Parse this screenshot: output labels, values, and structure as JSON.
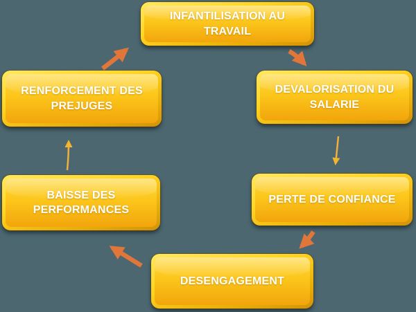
{
  "diagram": {
    "type": "cycle",
    "background_color": "#4C6770",
    "node_fill_color": "#FBC017",
    "node_frame_color": "#E7AC07",
    "node_text_color": "#FFFFFF",
    "arrow_color": "#E0763A",
    "connector_color": "#EEB13C",
    "nodes": [
      {
        "id": "infantilisation-au-travail",
        "label": "INFANTILISATION AU TRAVAIL"
      },
      {
        "id": "devalorisation-du-salarie",
        "label": "DEVALORISATION DU SALARIE"
      },
      {
        "id": "perte-de-confiance",
        "label": "PERTE DE CONFIANCE"
      },
      {
        "id": "desengagement",
        "label": "DESENGAGEMENT"
      },
      {
        "id": "baisse-des-performances",
        "label": "BAISSE DES PERFORMANCES"
      },
      {
        "id": "renforcement-des-prejuges",
        "label": "RENFORCEMENT DES PREJUGES"
      }
    ],
    "flow": [
      "INFANTILISATION AU TRAVAIL -> DEVALORISATION DU SALARIE",
      "DEVALORISATION DU SALARIE -> PERTE DE CONFIANCE",
      "PERTE DE CONFIANCE -> DESENGAGEMENT",
      "DESENGAGEMENT -> BAISSE DES PERFORMANCES",
      "BAISSE DES PERFORMANCES -> RENFORCEMENT DES PREJUGES",
      "RENFORCEMENT DES PREJUGES -> INFANTILISATION AU TRAVAIL"
    ]
  }
}
